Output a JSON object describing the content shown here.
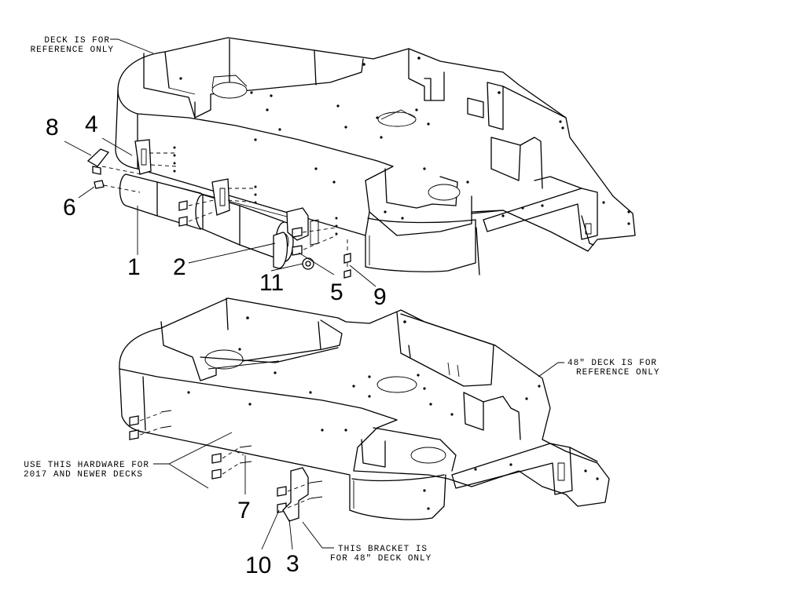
{
  "notes": {
    "top_deck_line1": "DECK IS FOR",
    "top_deck_line2": "REFERENCE ONLY",
    "deck48_line1": "48\" DECK IS FOR",
    "deck48_line2": "REFERENCE ONLY",
    "hardware_line1": "USE THIS HARDWARE FOR",
    "hardware_line2": "2017 AND NEWER DECKS",
    "bracket_line1": "THIS BRACKET IS",
    "bracket_line2": "FOR 48\" DECK ONLY"
  },
  "callouts": {
    "c1": "1",
    "c2": "2",
    "c3": "3",
    "c4": "4",
    "c5": "5",
    "c6": "6",
    "c7": "7",
    "c8": "8",
    "c9": "9",
    "c10": "10",
    "c11": "11"
  }
}
